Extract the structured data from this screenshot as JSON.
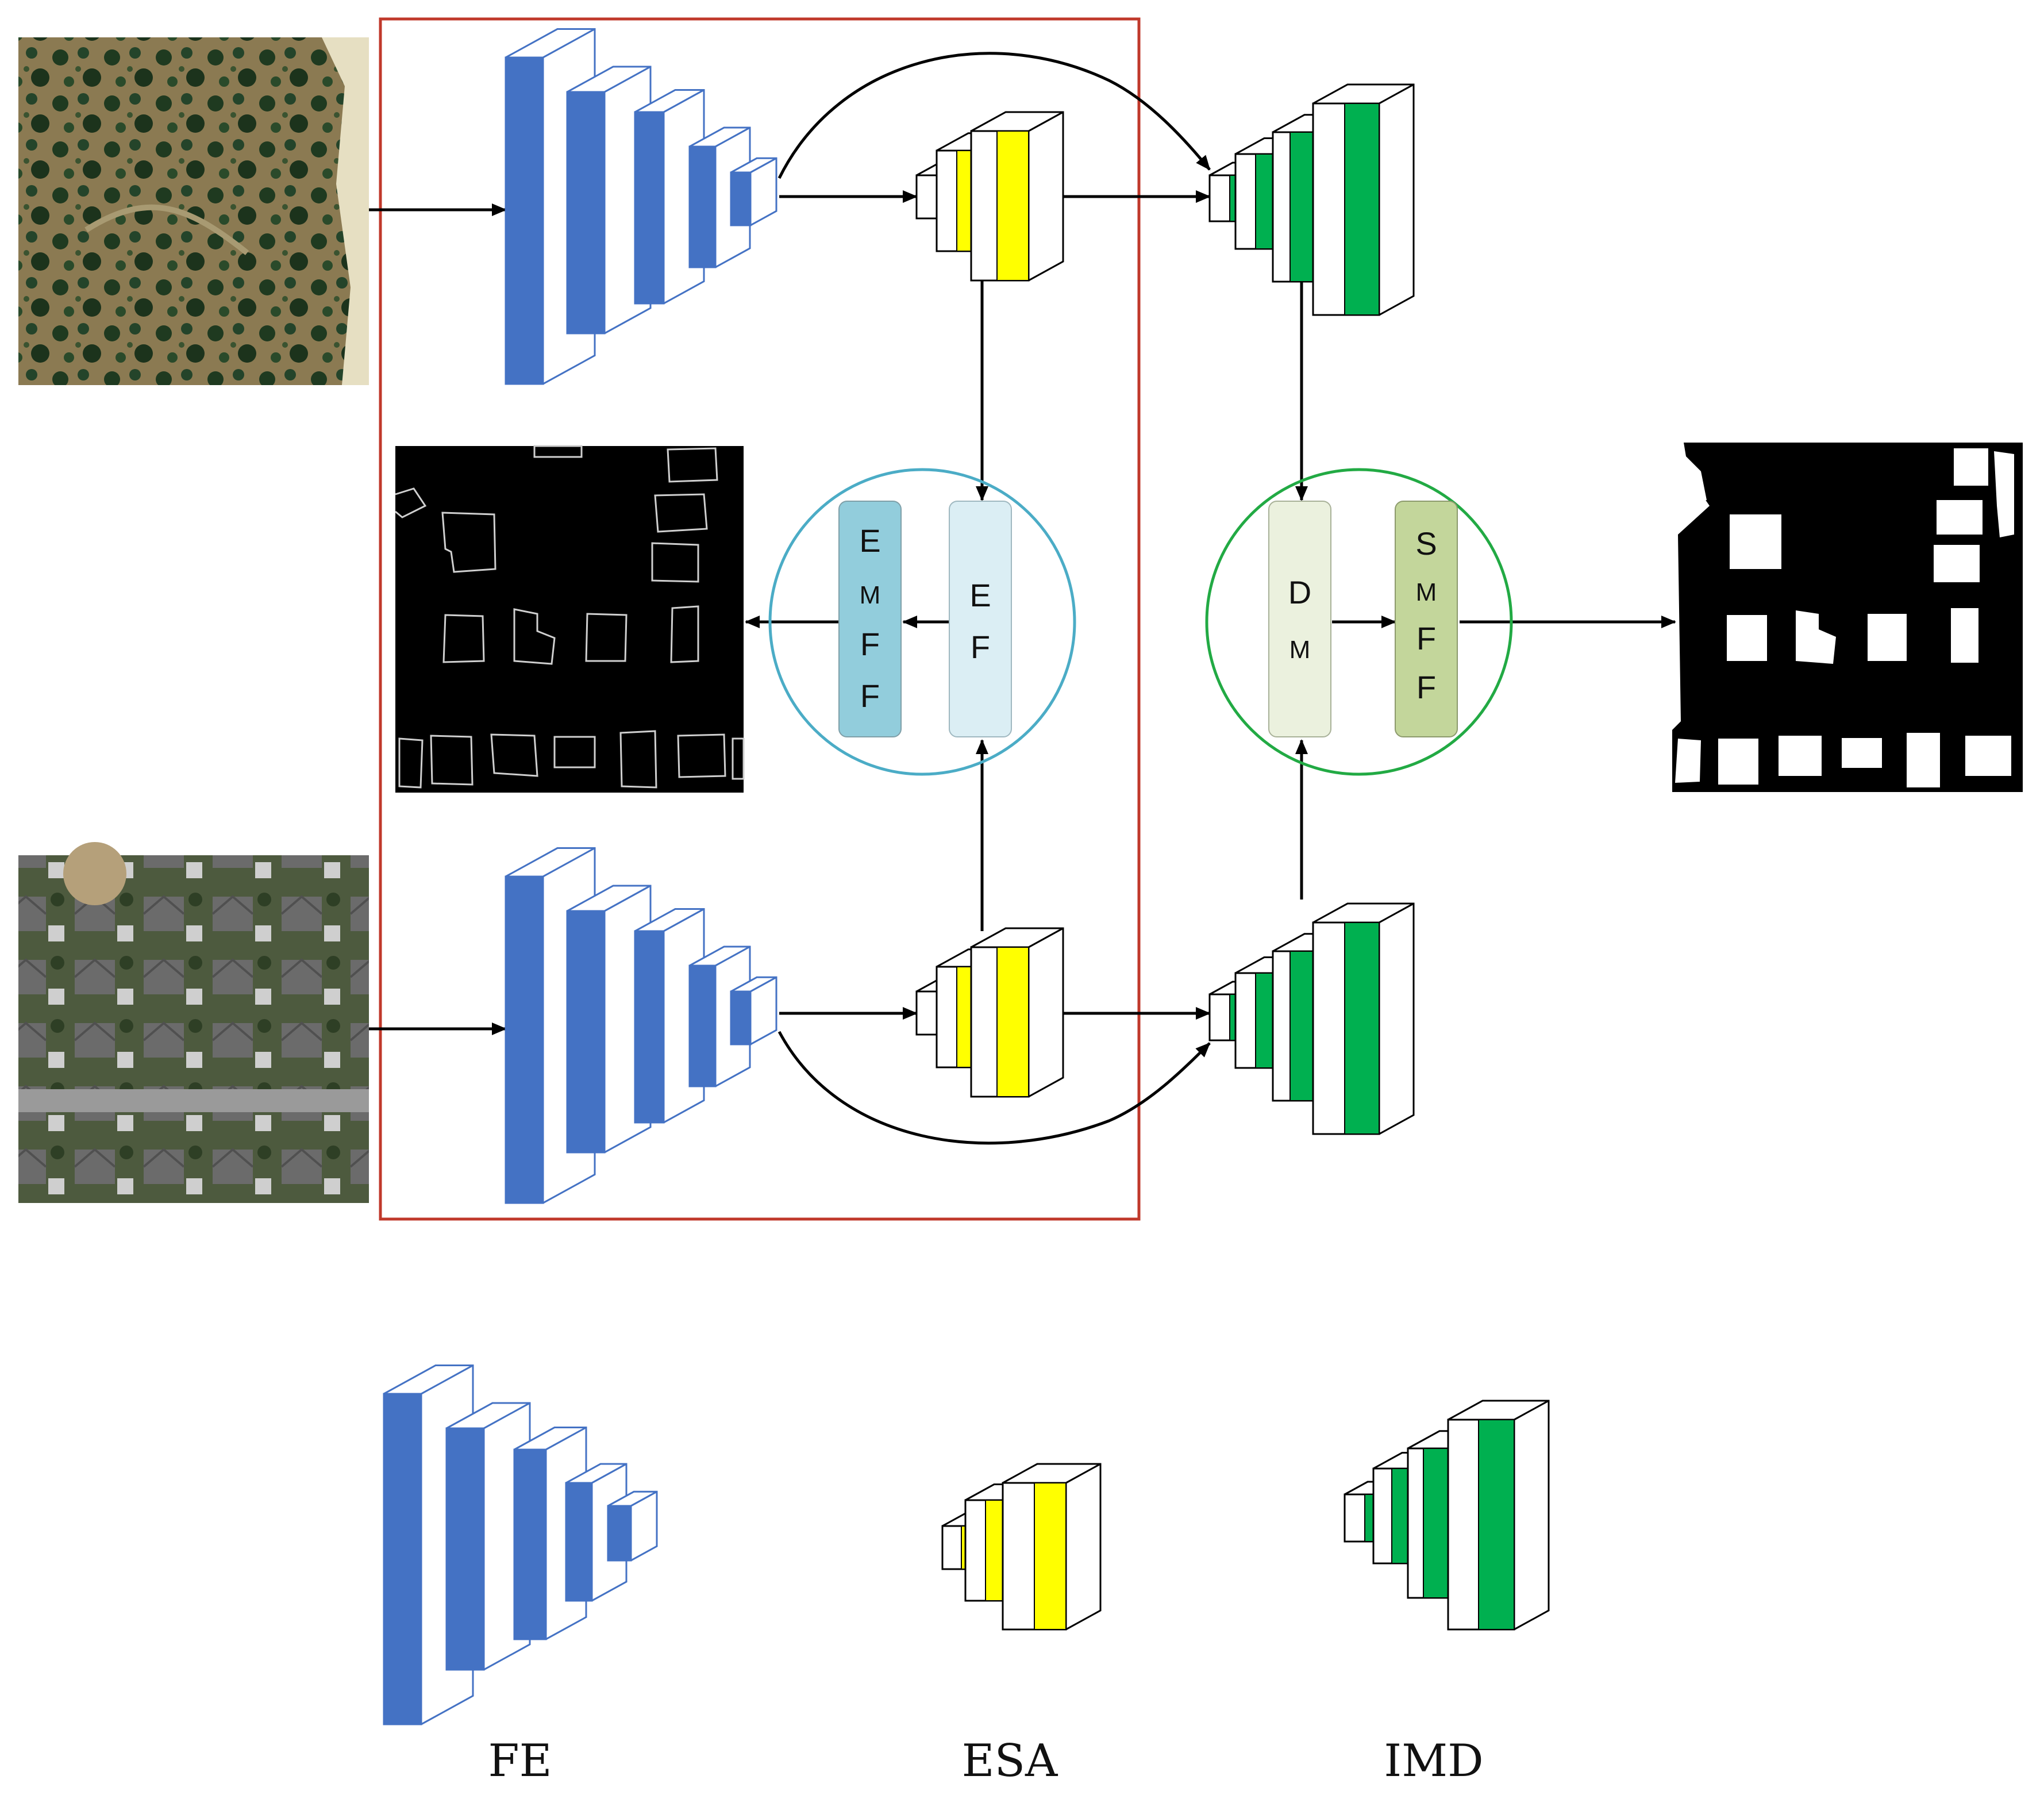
{
  "modules": {
    "ef": {
      "letters": [
        "E",
        "F"
      ]
    },
    "emff": {
      "letters": [
        "E",
        "M",
        "F",
        "F"
      ]
    },
    "dm": {
      "letters": [
        "D",
        "M"
      ]
    },
    "smff": {
      "letters": [
        "S",
        "M",
        "F",
        "F"
      ]
    }
  },
  "legend": {
    "fe": "FE",
    "esa": "ESA",
    "imd": "IMD"
  },
  "colors": {
    "fe_blue": "#4472c4",
    "esa_yellow": "#ffff00",
    "imd_green": "#00b050",
    "red_frame": "#c0392b",
    "blue_circle": "#4bacc6",
    "green_circle": "#22aa44",
    "emff_fill": "#92cddc",
    "ef_fill": "#dbeef4",
    "dm_fill": "#ebf1de",
    "smff_fill": "#c3d69b"
  },
  "images": [
    "aerial-image-time1",
    "aerial-image-time2",
    "edge-map",
    "change-mask"
  ]
}
